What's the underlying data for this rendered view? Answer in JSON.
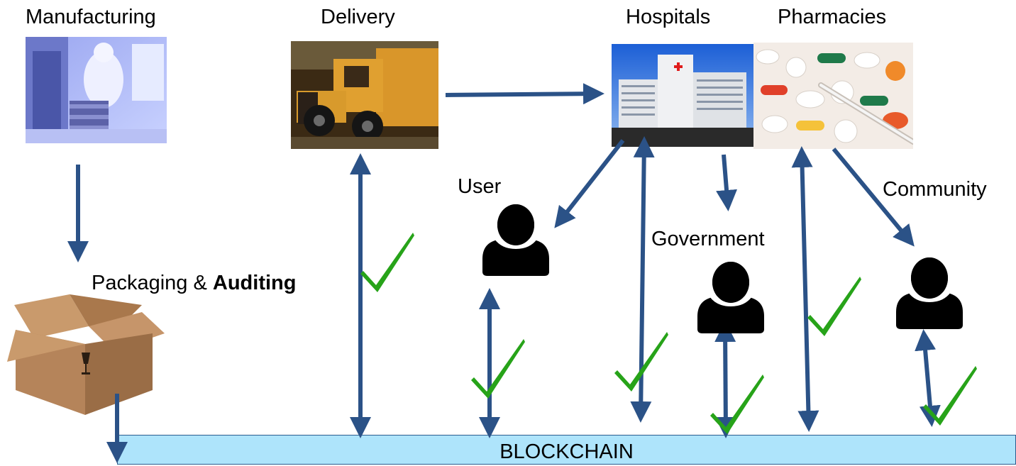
{
  "labels": {
    "manufacturing": "Manufacturing",
    "delivery": "Delivery",
    "hospitals": "Hospitals",
    "pharmacies": "Pharmacies",
    "user": "User",
    "government": "Government",
    "community": "Community",
    "packaging": "Packaging &",
    "auditing": "Auditing",
    "blockchain": "BLOCKCHAIN"
  },
  "colors": {
    "arrow": "#2b5287",
    "check": "#27a319",
    "blockchain_fill": "#aee4fb",
    "person": "#000000",
    "box": "#b5845a"
  },
  "icons": [
    "manufacturing-photo",
    "delivery-truck-photo",
    "hospital-photo",
    "pharmacy-pills-photo",
    "cardboard-box-icon",
    "person-icon",
    "checkmark-icon"
  ]
}
